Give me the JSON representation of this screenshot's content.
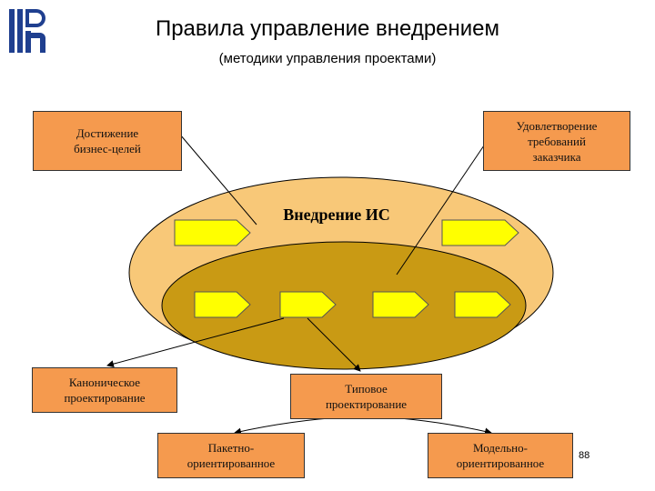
{
  "header": {
    "title": "Правила управление внедрением",
    "subtitle": "(методики управления проектами)"
  },
  "boxes": {
    "business_goals": "Достижение\nбизнес-целей",
    "customer_requirements": "Удовлетворение\nтребований\nзаказчика",
    "canonical_design": "Каноническое\nпроектирование",
    "typical_design": "Типовое\nпроектирование",
    "package_oriented": "Пакетно-\nориентированное",
    "model_oriented": "Модельно-\nориентированное"
  },
  "center": {
    "label": "Внедрение ИС"
  },
  "page": {
    "number": "88"
  },
  "colors": {
    "box_fill": "#f59a4e",
    "outer_ellipse": "#f8c878",
    "inner_ellipse": "#c99a14",
    "arrow_fill": "#ffff00"
  }
}
